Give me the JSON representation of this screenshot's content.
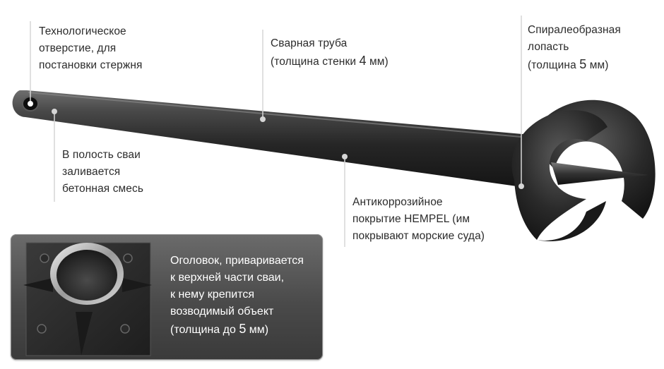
{
  "labels": {
    "hole": [
      "Технологическое",
      "отверстие, для",
      "постановки стержня"
    ],
    "pipe": {
      "line1": "Сварная труба",
      "line2_pre": "(толщина стенки ",
      "line2_num": "4",
      "line2_post": " мм)"
    },
    "blade": {
      "line1": "Спиралеобразная",
      "line2": "лопасть",
      "line3_pre": "(толщина ",
      "line3_num": "5",
      "line3_post": " мм)"
    },
    "concrete": [
      "В полость сваи",
      "заливается",
      "бетонная смесь"
    ],
    "coating": [
      "Антикоррозийное",
      "покрытие HEMPEL (им",
      "покрывают морские суда)"
    ],
    "head": {
      "line1": "Оголовок, приваривается",
      "line2": "к верхней части сваи,",
      "line3": "к нему крепится",
      "line4": "возводимый объект",
      "line5_pre": "(толщина до ",
      "line5_num": "5",
      "line5_post": " мм)"
    }
  },
  "colors": {
    "pile_dark": "#1c1c1c",
    "pile_mid": "#3c3c3c",
    "pile_highlight": "#6a6a6a",
    "callout_line": "#d6d6d6",
    "head_box_bg": "#4a4a4a",
    "text_dark": "#2b2b2b",
    "text_light": "#ffffff"
  }
}
